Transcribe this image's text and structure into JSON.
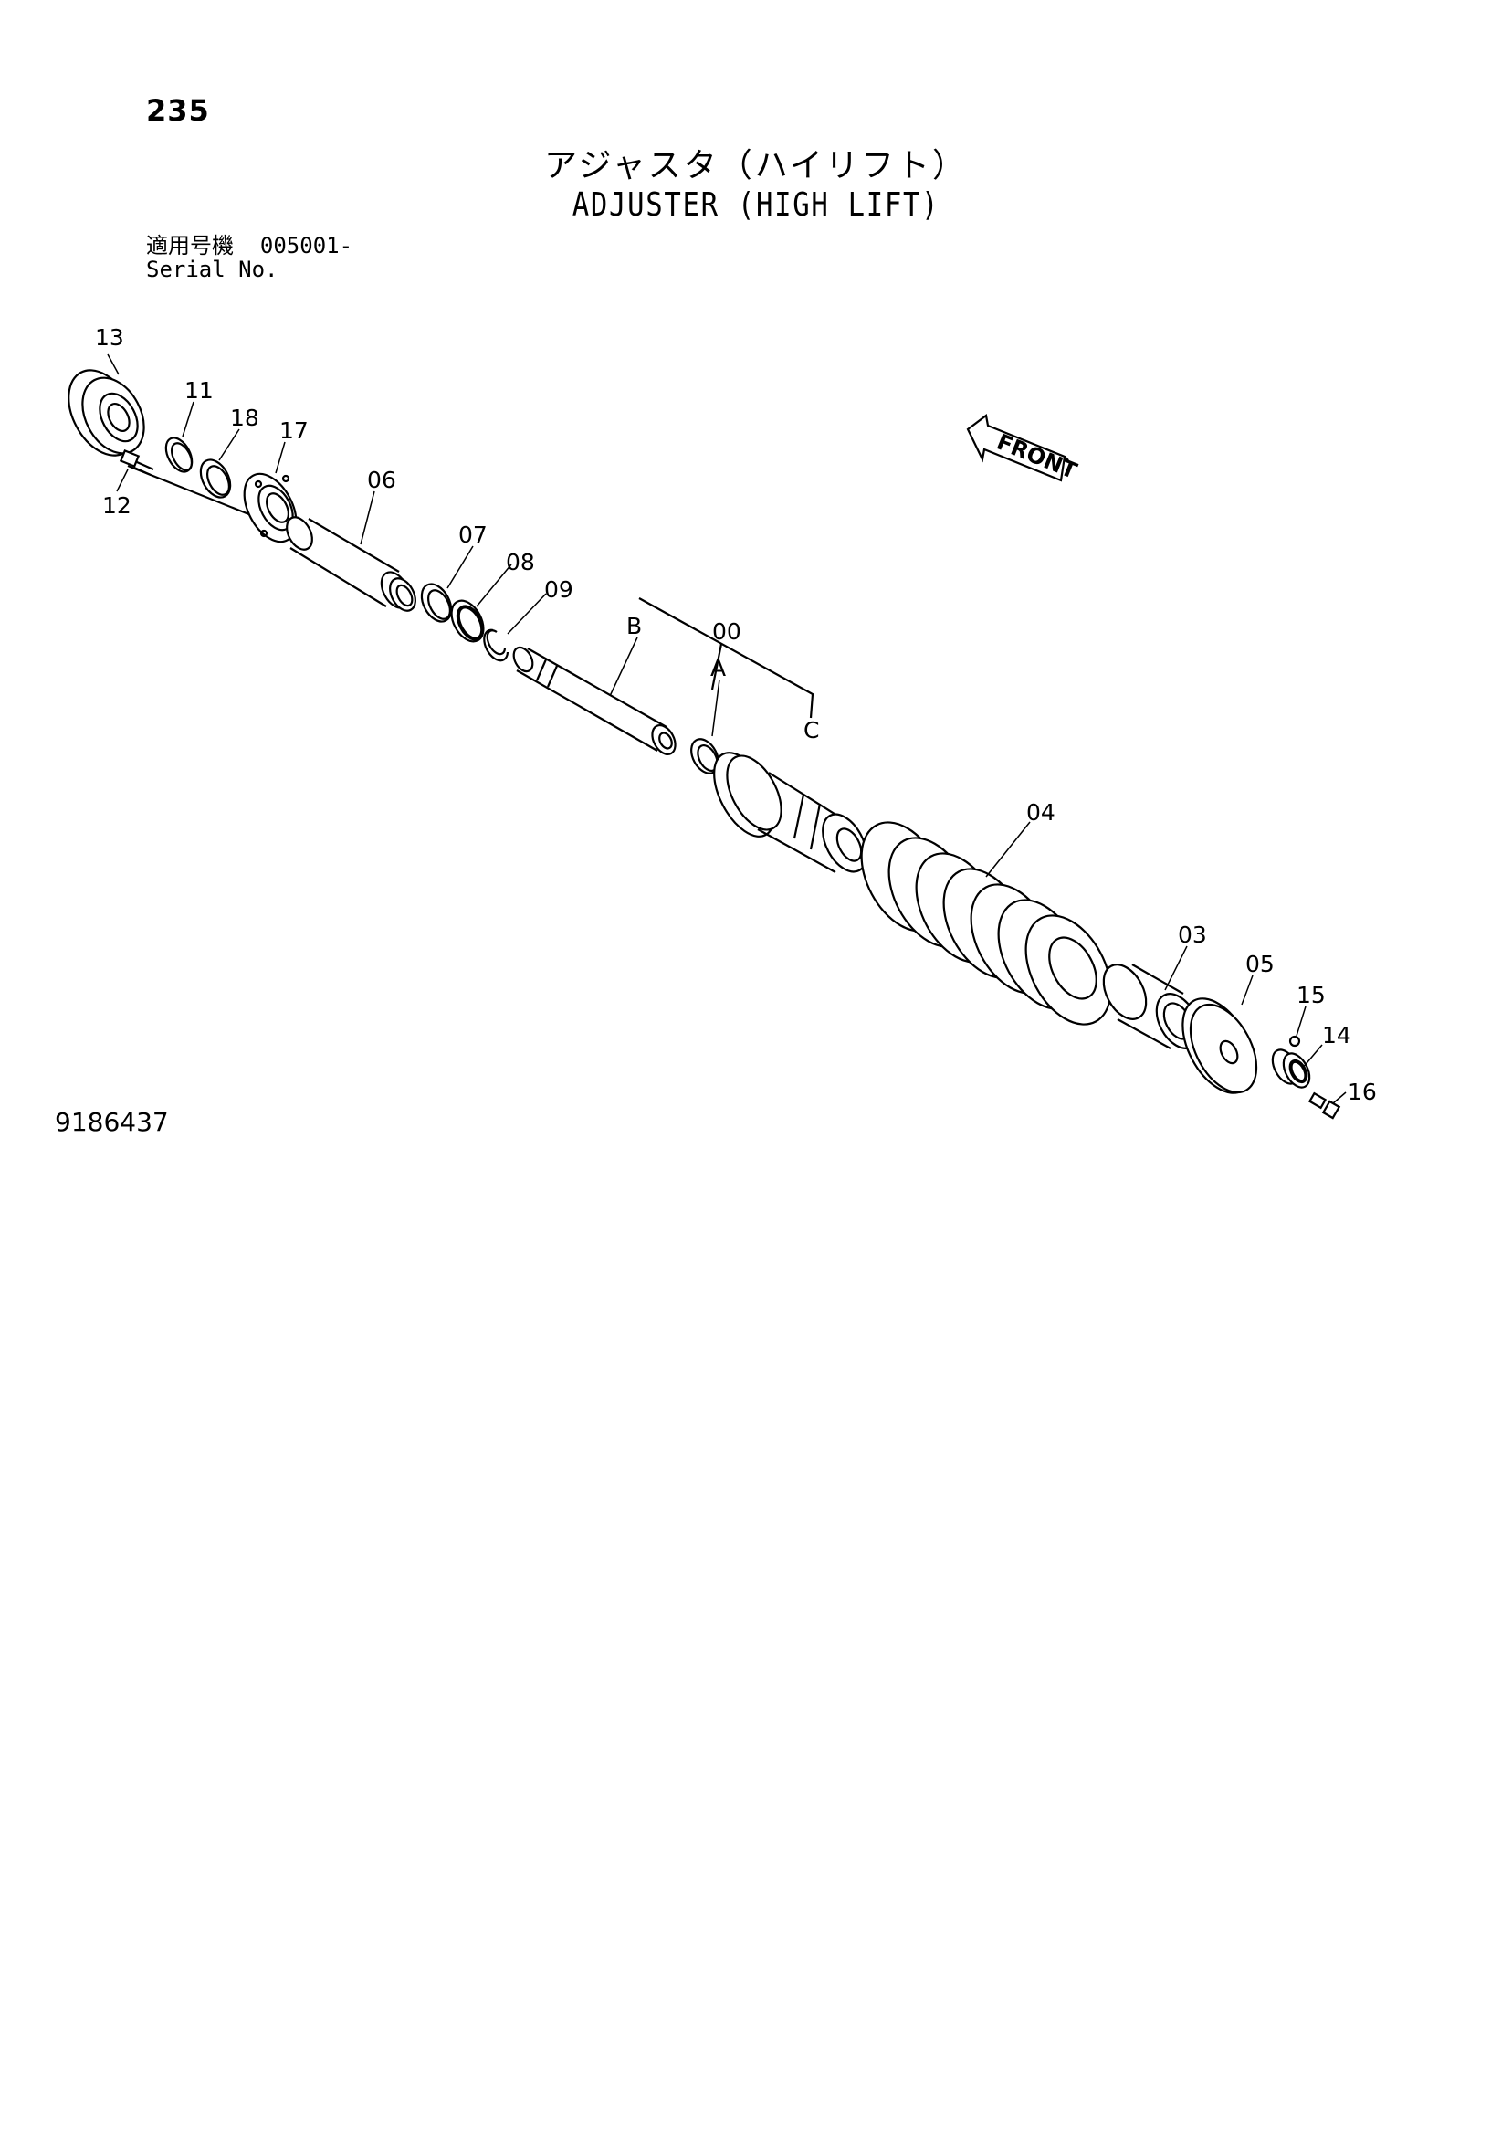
{
  "page": {
    "number": "235"
  },
  "title": {
    "japanese": "アジャスタ（ハイリフト）",
    "english": "ADJUSTER (HIGH LIFT)"
  },
  "applicability": {
    "label_jp": "適用号機",
    "serial_from": "005001-",
    "label_en": "Serial No."
  },
  "orientation": {
    "front_label": "FRONT"
  },
  "callouts": {
    "p13": "13",
    "p11": "11",
    "p18": "18",
    "p17": "17",
    "p12": "12",
    "p06": "06",
    "p07": "07",
    "p08": "08",
    "p09": "09",
    "pB": "B",
    "p00": "00",
    "pA": "A",
    "pC": "C",
    "p04": "04",
    "p03": "03",
    "p05": "05",
    "p15": "15",
    "p14": "14",
    "p16": "16"
  },
  "drawing_number": "9186437"
}
